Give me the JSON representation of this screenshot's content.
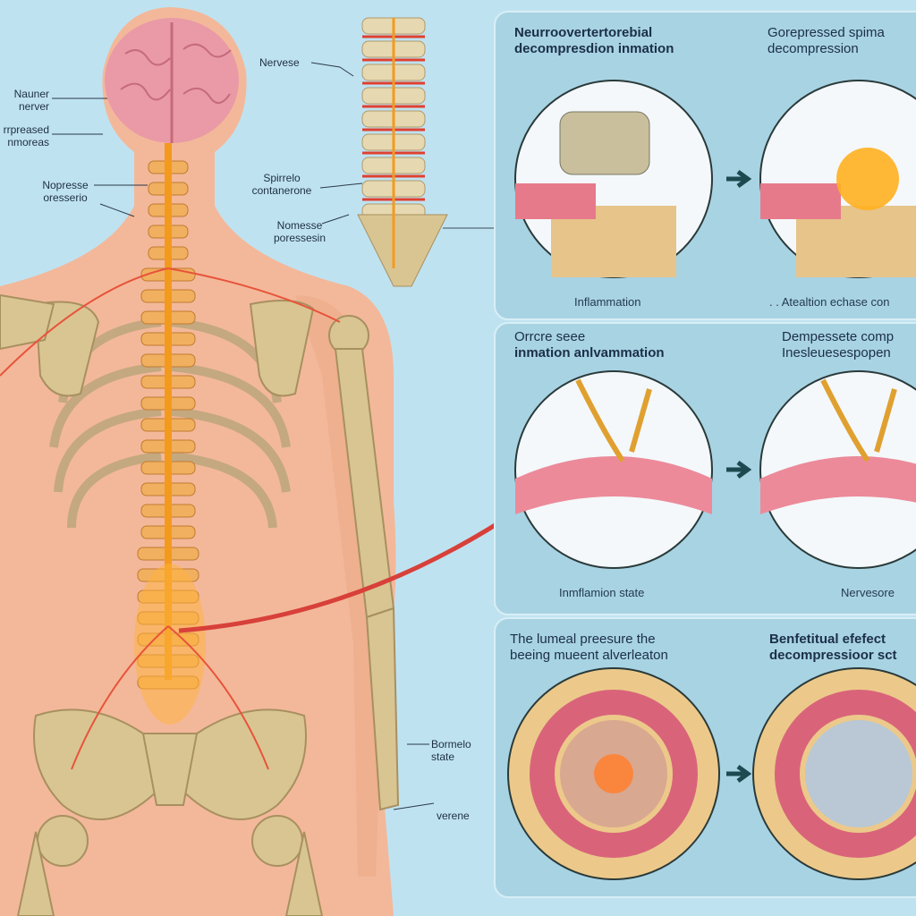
{
  "body_labels": {
    "nerve_upper_left": [
      "Nauner",
      "nerver"
    ],
    "compressed_left": [
      "rrpreased",
      "nmoreas"
    ],
    "nerve_neck": [
      "Nopresse",
      "oresserio"
    ],
    "nerve_top": "Nervese",
    "spinal_compression": [
      "Spirrelo",
      "contanerone"
    ],
    "nerve_compression": [
      "Nomesse",
      "poressesin"
    ],
    "bone_state": [
      "Bormelo",
      "state"
    ],
    "vertebrae": "verene"
  },
  "panels": [
    {
      "left_title": [
        "Neurroovertertorebial",
        "decompresdion inmation"
      ],
      "right_title": [
        "Gorepressed spima",
        "decompression"
      ],
      "left_caption": "Inflammation",
      "right_caption": ". . Atealtion echase con"
    },
    {
      "left_title": [
        "Orrcre seee",
        "inmation anlvammation"
      ],
      "right_title": [
        "Dempessete comp",
        "Inesleuesespopen"
      ],
      "left_caption": "Inmflamion state",
      "right_caption": "Nervesore"
    },
    {
      "left_title": [
        "The lumeal preesure the",
        "beeing mueent alverleaton"
      ],
      "right_title": [
        "Benfetitual efefect",
        "decompressioor sct"
      ],
      "left_caption": "",
      "right_caption": ""
    }
  ],
  "colors": {
    "background": "#bfe2f0",
    "panel": "#a8d3e3",
    "bone": "#d9c592",
    "nerve": "#f39a1e",
    "inflame": "#e8533a",
    "muscle": "#e98a9a",
    "vessel_blue": "#3c7fd0"
  }
}
